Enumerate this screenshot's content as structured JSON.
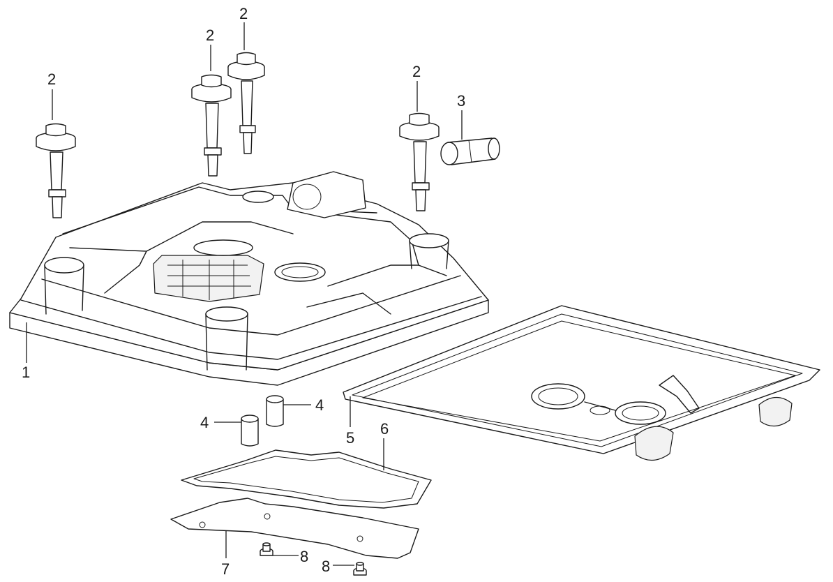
{
  "callouts": [
    {
      "id": "c1",
      "label": "1",
      "part": "valve-cover"
    },
    {
      "id": "c2a",
      "label": "2",
      "part": "cover-bolt"
    },
    {
      "id": "c2b",
      "label": "2",
      "part": "cover-bolt"
    },
    {
      "id": "c2c",
      "label": "2",
      "part": "cover-bolt"
    },
    {
      "id": "c2d",
      "label": "2",
      "part": "cover-bolt"
    },
    {
      "id": "c3",
      "label": "3",
      "part": "sleeve"
    },
    {
      "id": "c4a",
      "label": "4",
      "part": "dowel-sleeve"
    },
    {
      "id": "c4b",
      "label": "4",
      "part": "dowel-sleeve"
    },
    {
      "id": "c5",
      "label": "5",
      "part": "cover-gasket"
    },
    {
      "id": "c6",
      "label": "6",
      "part": "oil-separator-gasket"
    },
    {
      "id": "c7",
      "label": "7",
      "part": "baffle-plate"
    },
    {
      "id": "c8a",
      "label": "8",
      "part": "screw"
    },
    {
      "id": "c8b",
      "label": "8",
      "part": "screw"
    }
  ]
}
